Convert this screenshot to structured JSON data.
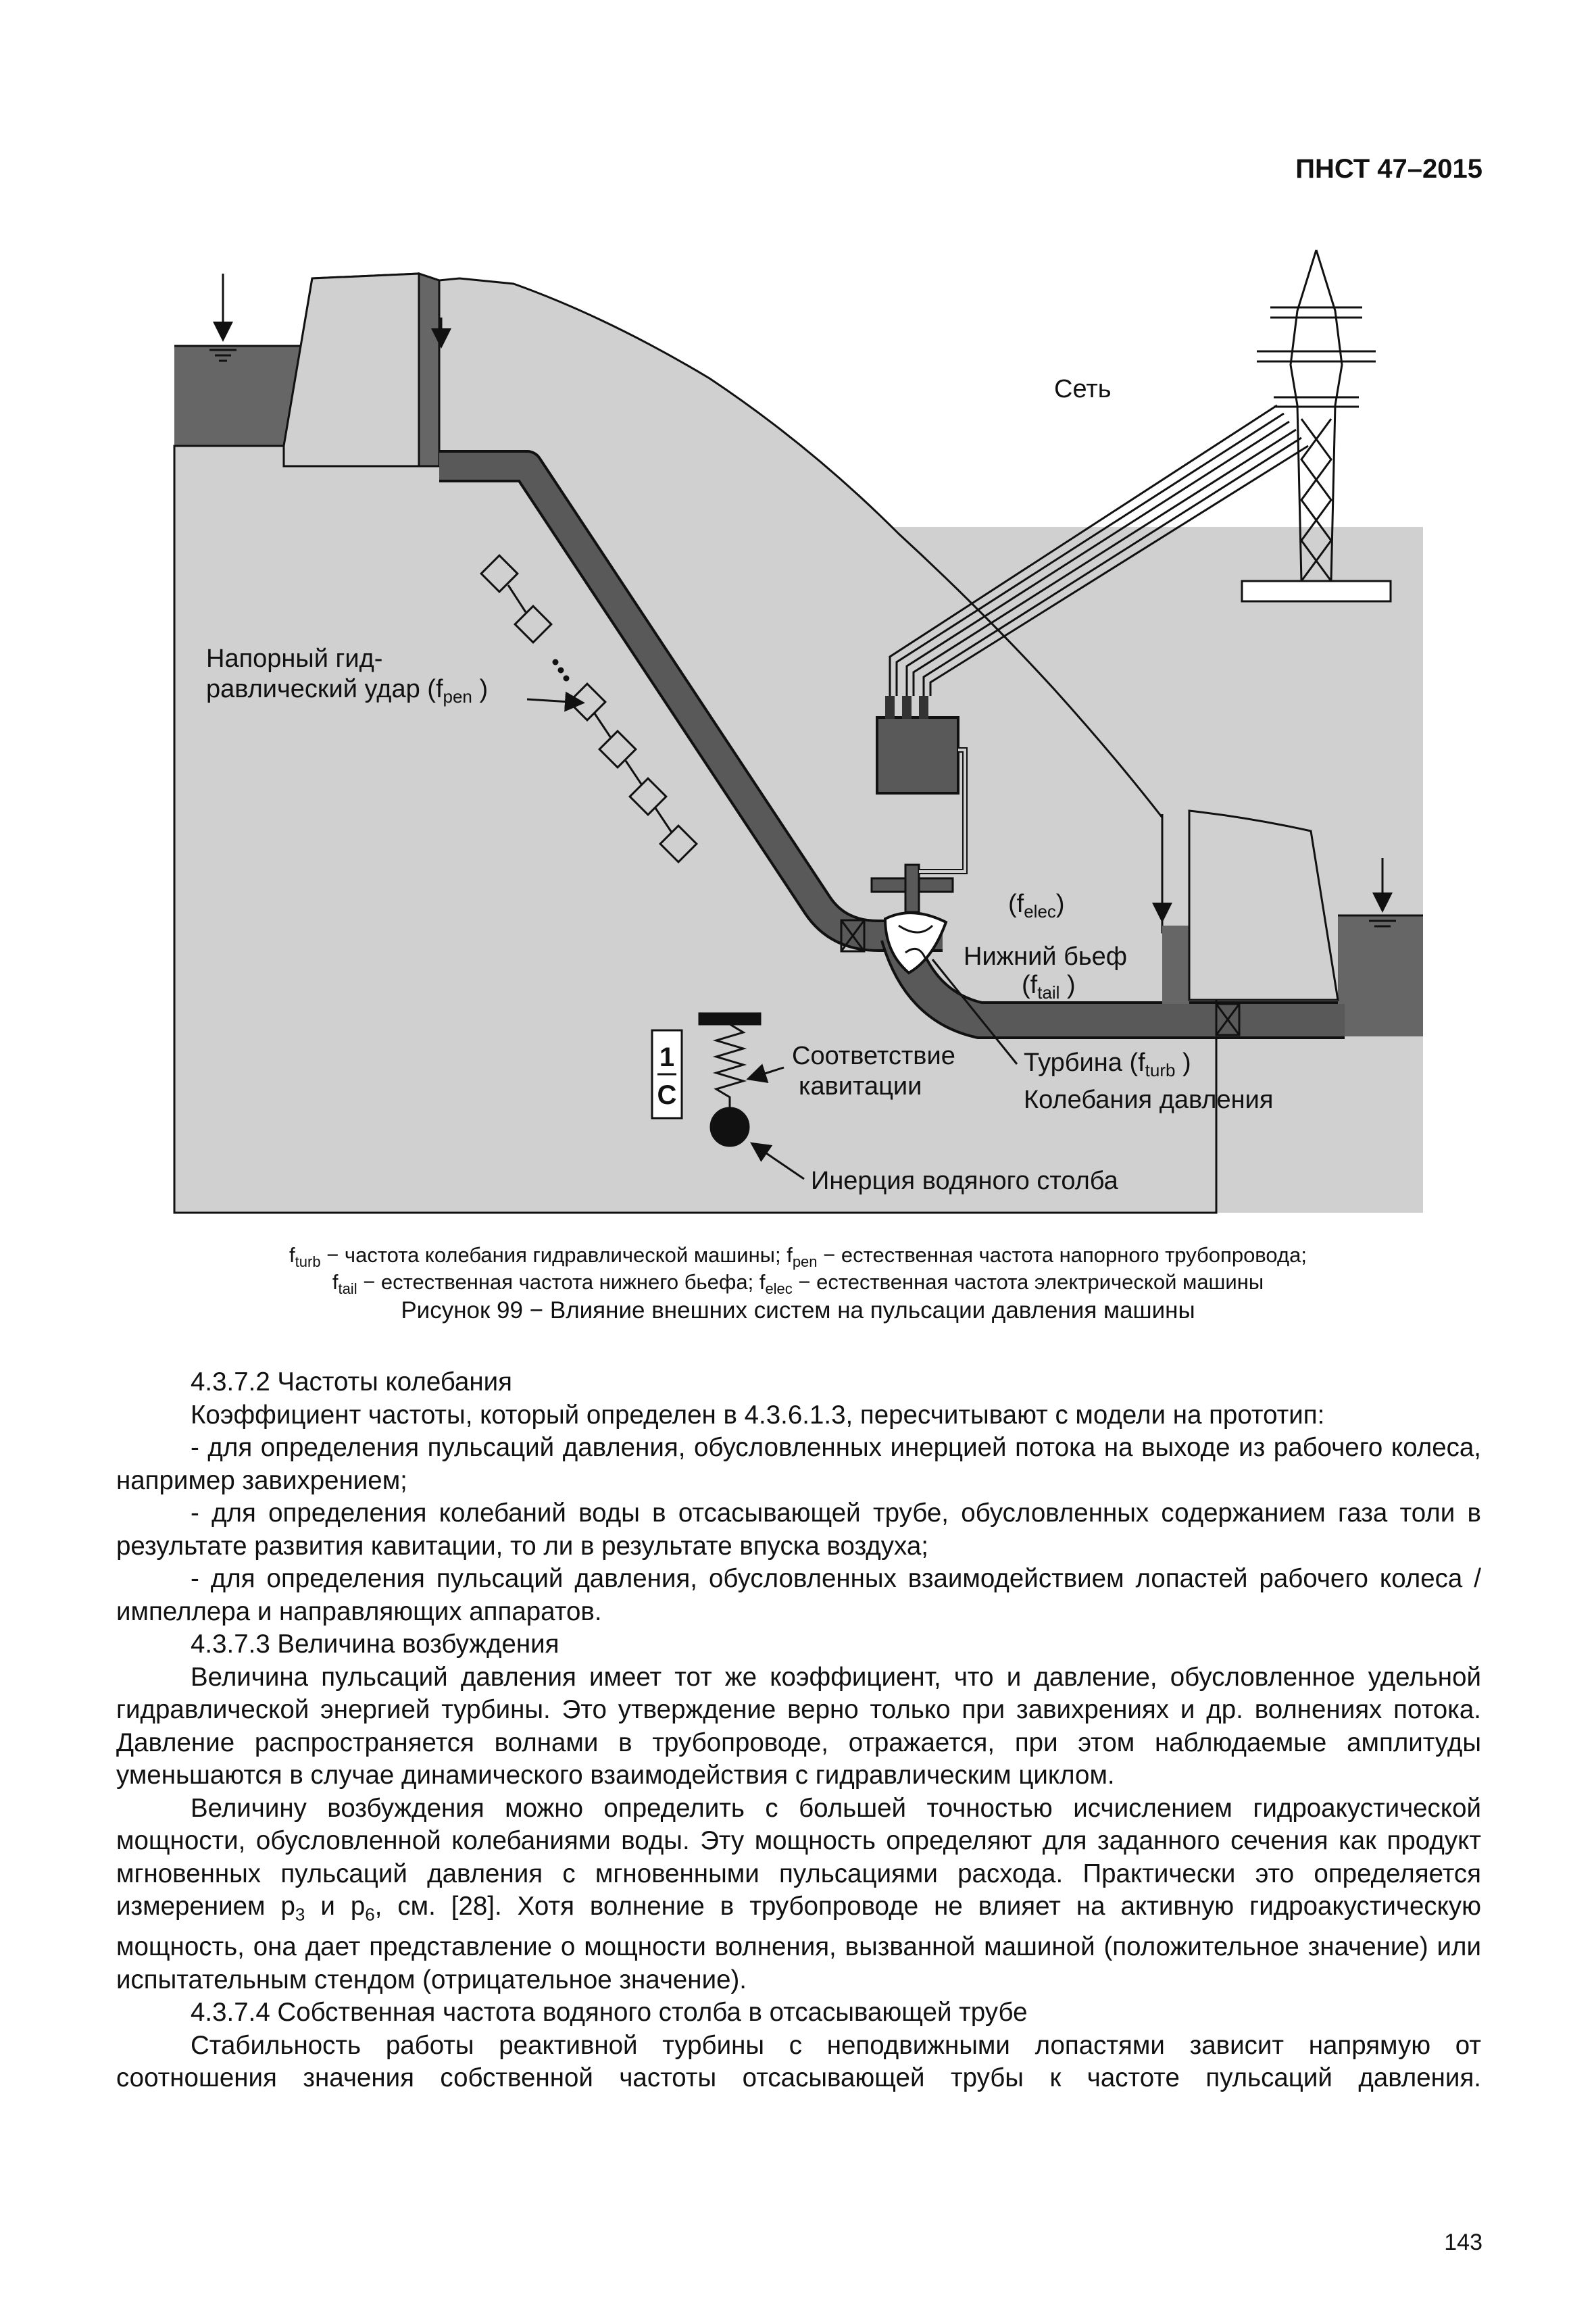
{
  "header": {
    "doc_number": "ПНСТ 47–2015"
  },
  "figure": {
    "labels": {
      "grid": "Сеть",
      "penstock_line1": "Напорный гид-",
      "penstock_line2_prefix": "равлический удар (f",
      "penstock_sub": "pen",
      "penstock_suffix": " )",
      "elec_prefix": "(f",
      "elec_sub": "elec",
      "elec_suffix": ")",
      "tailwater": "Нижний бьеф",
      "tail_prefix": "(f",
      "tail_sub": "tail",
      "tail_suffix": " )",
      "cavitation_line1": "Соответствие",
      "cavitation_line2": "кавитации",
      "turbine_prefix": "Турбина   (f",
      "turbine_sub": "turb",
      "turbine_suffix": " )",
      "pressure_fluct": "Колебания давления",
      "inertia": "Инерция водяного столба",
      "frac_num": "1",
      "frac_den": "C"
    },
    "colors": {
      "background": "#d0d0d0",
      "water": "#666666",
      "pipe": "#595959",
      "ink": "#111111"
    }
  },
  "caption": {
    "line1": {
      "p1": "f",
      "s1": "turb",
      "p2": " − частота колебания гидравлической машины; f",
      "s2": "pen",
      "p3": " − естественная частота напорного трубопровода;"
    },
    "line2": {
      "p1": "f",
      "s1": "tail",
      "p2": " − естественная частота нижнего бьефа; f",
      "s2": "elec",
      "p3": " − естественная частота электрической машины"
    },
    "title": "Рисунок 99 − Влияние внешних систем на пульсации давления машины"
  },
  "body": {
    "h_4372": "4.3.7.2 Частоты колебания",
    "p1": "Коэффициент частоты, который определен в 4.3.6.1.3, пересчитывают с модели на прототип:",
    "b1": "- для определения пульсаций давления, обусловленных инерцией потока на выходе из рабочего колеса, например завихрением;",
    "b2": "- для определения колебаний воды в отсасывающей трубе, обусловленных содержанием газа толи в результате развития кавитации, то ли в результате впуска воздуха;",
    "b3": "- для определения пульсаций давления, обусловленных взаимодействием лопастей рабочего колеса / импеллера и направляющих аппаратов.",
    "h_4373": "4.3.7.3 Величина возбуждения",
    "p2": "Величина пульсаций давления имеет тот же коэффициент, что и давление, обусловленное удельной гидравлической энергией турбины. Это утверждение верно только при завихрениях и др. волнениях потока. Давление распространяется волнами в трубопроводе, отражается, при этом наблюдаемые амплитуды уменьшаются в случае динамического взаимодействия с гидравлическим циклом.",
    "p3_a": "Величину возбуждения можно определить с большей точностью исчислением гидроакустической мощности, обусловленной колебаниями воды. Эту мощность определяют для заданного сечения как продукт мгновенных пульсаций давления с мгновенными пульсациями расхода. Практически это определяется измерением p",
    "p3_s1": "3",
    "p3_b": " и p",
    "p3_s2": "6",
    "p3_c": ", см. [28]. Хотя волнение в трубопроводе не влияет на активную гидроакустическую мощность, она дает представление о мощности волнения, вызванной машиной (положительное значение) или испытательным стендом (отрицательное значение).",
    "h_4374": "4.3.7.4 Собственная частота водяного столба в отсасывающей трубе",
    "p4": "Стабильность работы реактивной турбины с неподвижными лопастями зависит напрямую от соотношения значения собственной частоты отсасывающей трубы к частоте пульсаций давления."
  },
  "page_number": "143"
}
